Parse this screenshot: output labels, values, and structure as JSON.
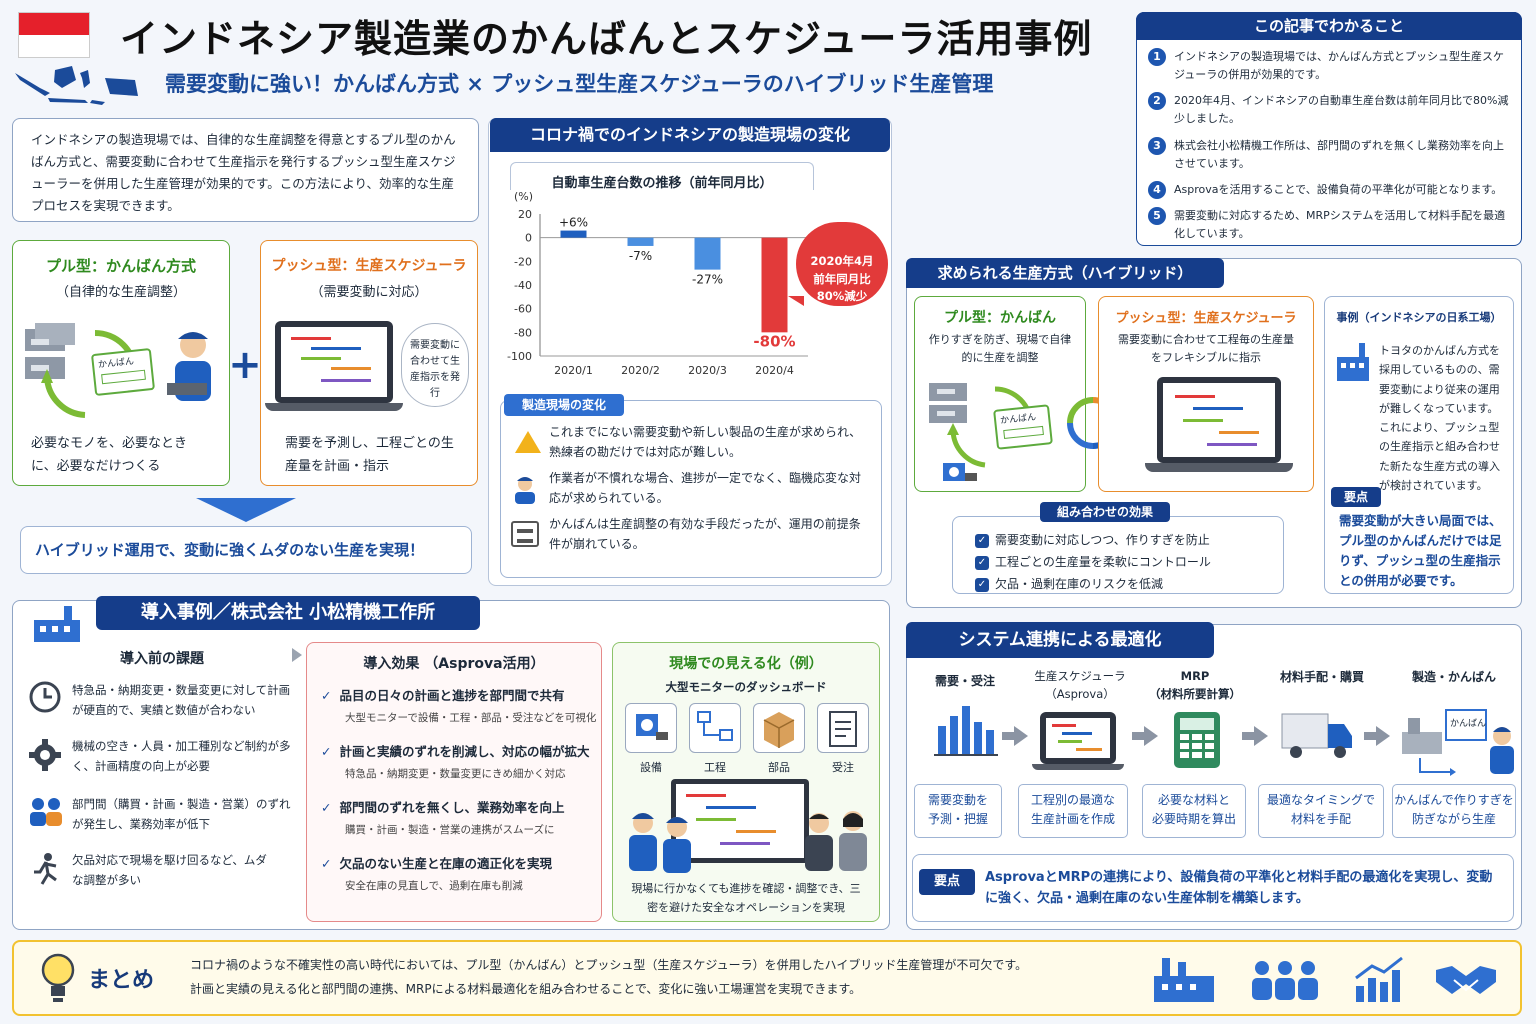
{
  "header": {
    "title": "インドネシア製造業のかんばんとスケジューラ活用事例",
    "subtitle": "需要変動に強い！かんばん方式 × プッシュ型生産スケジューラのハイブリッド生産管理"
  },
  "intro": "インドネシアの製造現場では、自律的な生産調整を得意とするプル型のかんばん方式と、需要変動に合わせて生産指示を発行するプッシュ型生産スケジューラーを併用した生産管理が効果的です。この方法により、効率的な生産プロセスを実現できます。",
  "pull": {
    "title": "プル型：かんばん方式",
    "sub": "（自律的な生産調整）",
    "kanban": "かんばん",
    "desc": "必要なモノを、必要なときに、必要なだけつくる"
  },
  "push": {
    "title": "プッシュ型：生産スケジューラ",
    "sub": "（需要変動に対応）",
    "bubble": "需要変動に合わせて生産指示を発行",
    "desc": "需要を予測し、工程ごとの生産量を計画・指示"
  },
  "plus": "+",
  "hybrid_result": "ハイブリッド運用で、変動に強くムダのない生産を実現！",
  "summary_box": {
    "title": "この記事でわかること",
    "items": [
      "インドネシアの製造現場では、かんばん方式とプッシュ型生産スケジューラの併用が効果的です。",
      "2020年4月、インドネシアの自動車生産台数は前年同月比で80%減少しました。",
      "株式会社小松精機工作所は、部門間のずれを無くし業務効率を向上させています。",
      "Asprovaを活用することで、設備負荷の平準化が可能となります。",
      "需要変動に対応するため、MRPシステムを活用して材料手配を最適化しています。"
    ]
  },
  "covid": {
    "title": "コロナ禍でのインドネシアの製造現場の変化",
    "chart_title": "自動車生産台数の推移（前年同月比）",
    "callout": "2020年4月\n前年同月比\n80%減少",
    "changes_title": "製造現場の変化",
    "changes": [
      "これまでにない需要変動や新しい製品の生産が求められ、熟練者の勘だけでは対応が難しい。",
      "作業者が不慣れな場合、進捗が一定でなく、臨機応変な対応が求められている。",
      "かんばんは生産調整の有効な手段だったが、運用の前提条件が崩れている。"
    ]
  },
  "chart_data": {
    "type": "bar",
    "title": "自動車生産台数の推移（前年同月比）",
    "ylabel": "(%)",
    "categories": [
      "2020/1",
      "2020/2",
      "2020/3",
      "2020/4"
    ],
    "values": [
      6,
      -7,
      -27,
      -80
    ],
    "labels": [
      "+6%",
      "-7%",
      "-27%",
      "-80%"
    ],
    "ylim": [
      -100,
      20
    ],
    "yticks": [
      20,
      0,
      -20,
      -40,
      -60,
      -80,
      -100
    ],
    "colors": [
      "#1f5fbf",
      "#4a8fe0",
      "#4a8fe0",
      "#e23a3a"
    ]
  },
  "hybrid": {
    "title": "求められる生産方式（ハイブリッド）",
    "pull_title": "プル型：かんばん",
    "pull_desc": "作りすぎを防ぎ、現場で自律的に生産を調整",
    "push_title": "プッシュ型：生産スケジューラ",
    "push_desc": "需要変動に合わせて工程毎の生産量をフレキシブルに指示",
    "kanban": "かんばん",
    "case_title": "事例（インドネシアの日系工場）",
    "case_text": "トヨタのかんばん方式を採用しているものの、需要変動により従来の運用が難しくなっています。これにより、プッシュ型の生産指示と組み合わせた新たな生産方式の導入が検討されています。",
    "effect_title": "組み合わせの効果",
    "effects": [
      "需要変動に対応しつつ、作りすぎを防止",
      "工程ごとの生産量を柔軟にコントロール",
      "欠品・過剰在庫のリスクを低減"
    ],
    "point_tag": "要点",
    "point_text": "需要変動が大きい局面では、プル型のかんばんだけでは足りず、プッシュ型の生産指示との併用が必要です。"
  },
  "case": {
    "title": "導入事例／株式会社 小松精機工作所",
    "before_title": "導入前の課題",
    "before": [
      "特急品・納期変更・数量変更に対して計画が硬直的で、実績と数値が合わない",
      "機械の空き・人員・加工種別など制約が多く、計画精度の向上が必要",
      "部門間（購買・計画・製造・営業）のずれが発生し、業務効率が低下",
      "欠品対応で現場を駆け回るなど、ムダな調整が多い"
    ],
    "effect_title": "導入効果 （Asprova活用）",
    "effects": [
      {
        "h": "品目の日々の計画と進捗を部門間で共有",
        "s": "大型モニターで設備・工程・部品・受注などを可視化"
      },
      {
        "h": "計画と実績のずれを削減し、対応の幅が拡大",
        "s": "特急品・納期変更・数量変更にきめ細かく対応"
      },
      {
        "h": "部門間のずれを無くし、業務効率を向上",
        "s": "購買・計画・製造・営業の連携がスムーズに"
      },
      {
        "h": "欠品のない生産と在庫の適正化を実現",
        "s": "安全在庫の見直しで、過剰在庫も削減"
      }
    ],
    "visual_title": "現場での見える化（例）",
    "visual_sub": "大型モニターのダッシュボード",
    "visual_items": [
      "設備",
      "工程",
      "部品",
      "受注"
    ],
    "visual_caption": "現場に行かなくても進捗を確認・調整でき、三密を避けた安全なオペレーションを実現"
  },
  "system": {
    "title": "システム連携による最適化",
    "steps": [
      {
        "h": "需要・受注",
        "b": "需要変動を\n予測・把握"
      },
      {
        "h": "生産スケジューラ\n（Asprova）",
        "b": "工程別の最適な\n生産計画を作成"
      },
      {
        "h": "MRP\n（材料所要計算）",
        "b": "必要な材料と\n必要時期を算出"
      },
      {
        "h": "材料手配・購買",
        "b": "最適なタイミングで\n材料を手配"
      },
      {
        "h": "製造・かんばん",
        "b": "かんばんで作りすぎを\n防ぎながら生産"
      }
    ],
    "kanban": "かんばん",
    "point_tag": "要点",
    "point_text": "AsprovaとMRPの連携により、設備負荷の平準化と材料手配の最適化を実現し、変動に強く、欠品・過剰在庫のない生産体制を構築します。"
  },
  "matome": {
    "title": "まとめ",
    "line1": "コロナ禍のような不確実性の高い時代においては、プル型（かんばん）とプッシュ型（生産スケジューラ）を併用したハイブリッド生産管理が不可欠です。",
    "line2": "計画と実績の見える化と部門間の連携、MRPによる材料最適化を組み合わせることで、変化に強い工場運営を実現できます。"
  }
}
